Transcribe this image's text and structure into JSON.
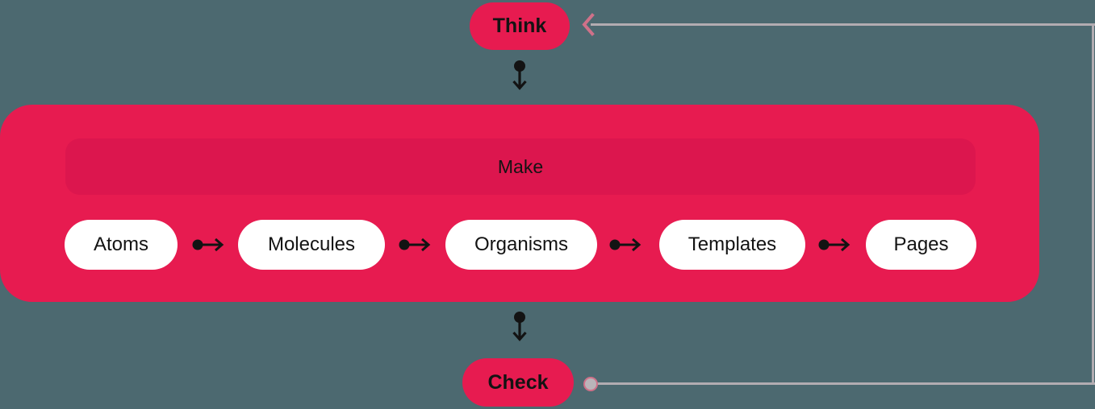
{
  "nodes": {
    "think": "Think",
    "make": "Make",
    "check": "Check"
  },
  "steps": [
    {
      "label": "Atoms"
    },
    {
      "label": "Molecules"
    },
    {
      "label": "Organisms"
    },
    {
      "label": "Templates"
    },
    {
      "label": "Pages"
    }
  ],
  "colors": {
    "background": "#4c6970",
    "accent": "#e71b50",
    "accent_dark": "#dc164e",
    "step_pill": "#ffffff",
    "ink": "#131313",
    "loop_line": "#b2acb1",
    "loop_arrowhead": "#cf7189",
    "loop_dot_fill": "#bab4b9"
  },
  "icons": {
    "down_arrow": "dot-tailed arrow pointing down",
    "step_connector": "dot-tailed arrow pointing right",
    "loop_arrowhead": "chevron pointing left",
    "loop_start": "small circle endpoint"
  }
}
